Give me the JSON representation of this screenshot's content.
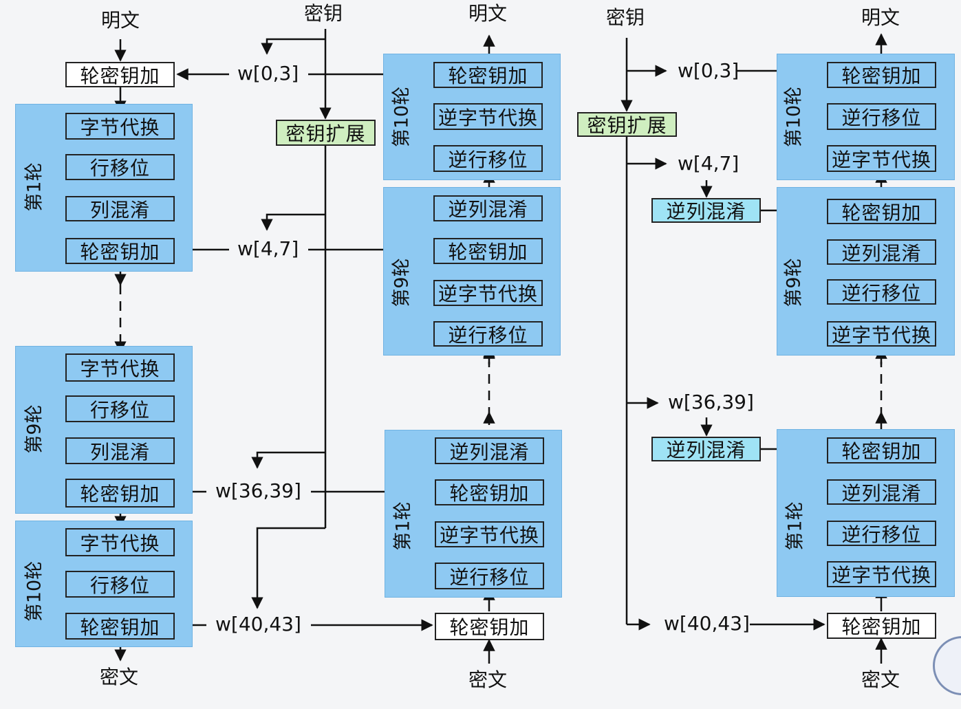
{
  "encryption": {
    "plaintext": "明文",
    "ciphertext": "密文",
    "key": "密钥",
    "key_expansion": "密钥扩展",
    "initial_add_round_key": "轮密钥加",
    "round1": {
      "label": "第1轮",
      "steps": [
        "字节代换",
        "行移位",
        "列混淆",
        "轮密钥加"
      ]
    },
    "round9": {
      "label": "第9轮",
      "steps": [
        "字节代换",
        "行移位",
        "列混淆",
        "轮密钥加"
      ]
    },
    "round10": {
      "label": "第10轮",
      "steps": [
        "字节代换",
        "行移位",
        "轮密钥加"
      ]
    },
    "words": [
      "w[0,3]",
      "w[4,7]",
      "w[36,39]",
      "w[40,43]"
    ]
  },
  "decryption": {
    "plaintext": "明文",
    "ciphertext": "密文",
    "initial_add_round_key": "轮密钥加",
    "round10": {
      "label": "第10轮",
      "steps": [
        "轮密钥加",
        "逆字节代换",
        "逆行移位"
      ]
    },
    "round9": {
      "label": "第9轮",
      "steps": [
        "逆列混淆",
        "轮密钥加",
        "逆字节代换",
        "逆行移位"
      ]
    },
    "round1": {
      "label": "第1轮",
      "steps": [
        "逆列混淆",
        "轮密钥加",
        "逆字节代换",
        "逆行移位"
      ]
    }
  },
  "equivalent_decryption": {
    "plaintext": "明文",
    "ciphertext": "密文",
    "key": "密钥",
    "key_expansion": "密钥扩展",
    "initial_add_round_key": "轮密钥加",
    "inv_mix_key_a": "逆列混淆",
    "inv_mix_key_b": "逆列混淆",
    "round10": {
      "label": "第10轮",
      "steps": [
        "轮密钥加",
        "逆行移位",
        "逆字节代换"
      ]
    },
    "round9": {
      "label": "第9轮",
      "steps": [
        "轮密钥加",
        "逆列混淆",
        "逆行移位",
        "逆字节代换"
      ]
    },
    "round1": {
      "label": "第1轮",
      "steps": [
        "轮密钥加",
        "逆列混淆",
        "逆行移位",
        "逆字节代换"
      ]
    },
    "words": [
      "w[0,3]",
      "w[4,7]",
      "w[36,39]",
      "w[40,43]"
    ]
  }
}
